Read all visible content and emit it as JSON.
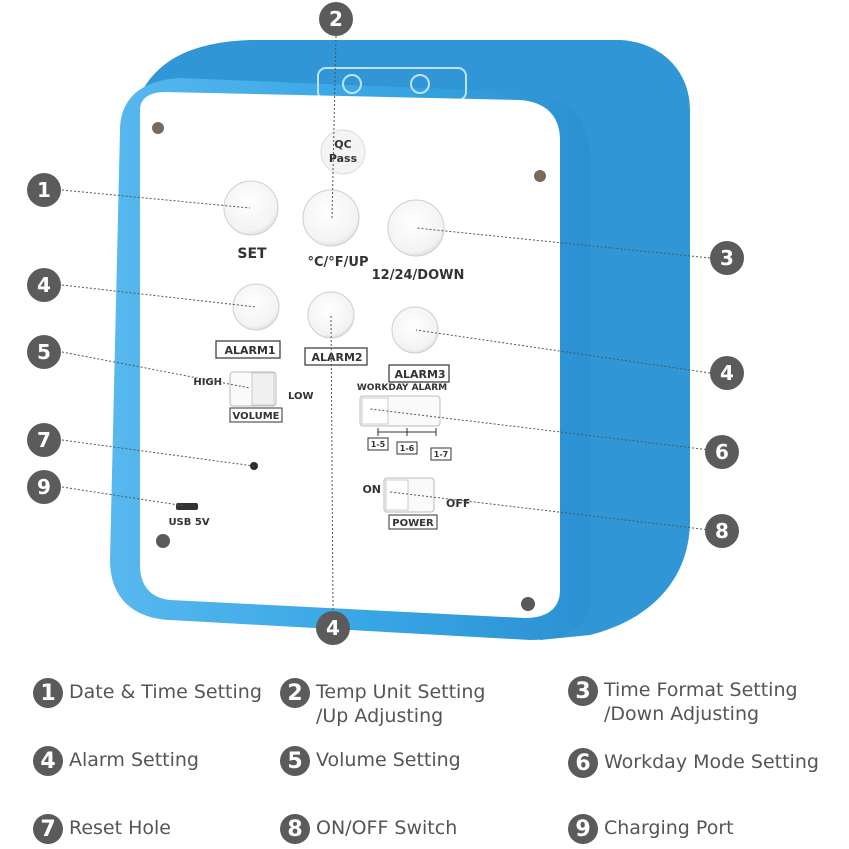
{
  "device": {
    "qc_label": "QC\nPass",
    "buttons": {
      "set": "SET",
      "up": "°C/°F/UP",
      "down": "12/24/DOWN",
      "alarm1": "ALARM1",
      "alarm2": "ALARM2",
      "alarm3": "ALARM3"
    },
    "volume": {
      "high": "HIGH",
      "low": "LOW",
      "label": "VOLUME"
    },
    "workday": {
      "title": "WORKDAY ALARM",
      "options": [
        "1-5",
        "1-6",
        "1-7"
      ]
    },
    "power": {
      "on": "ON",
      "off": "OFF",
      "label": "POWER"
    },
    "usb_label": "USB 5V"
  },
  "callouts": [
    "1",
    "2",
    "3",
    "4",
    "5",
    "4",
    "7",
    "9",
    "6",
    "8",
    "4"
  ],
  "legend": [
    {
      "num": "1",
      "text": "Date & Time Setting"
    },
    {
      "num": "2",
      "text": "Temp Unit Setting\n/Up Adjusting"
    },
    {
      "num": "3",
      "text": "Time Format Setting\n/Down Adjusting"
    },
    {
      "num": "4",
      "text": "Alarm Setting"
    },
    {
      "num": "5",
      "text": "Volume Setting"
    },
    {
      "num": "6",
      "text": "Workday Mode Setting"
    },
    {
      "num": "7",
      "text": "Reset Hole"
    },
    {
      "num": "8",
      "text": "ON/OFF Switch"
    },
    {
      "num": "9",
      "text": "Charging Port"
    }
  ],
  "colors": {
    "case": "#3aa7e6",
    "case_dark": "#2a8fcf",
    "panel": "#ffffff",
    "badge": "#5b5b5b"
  }
}
